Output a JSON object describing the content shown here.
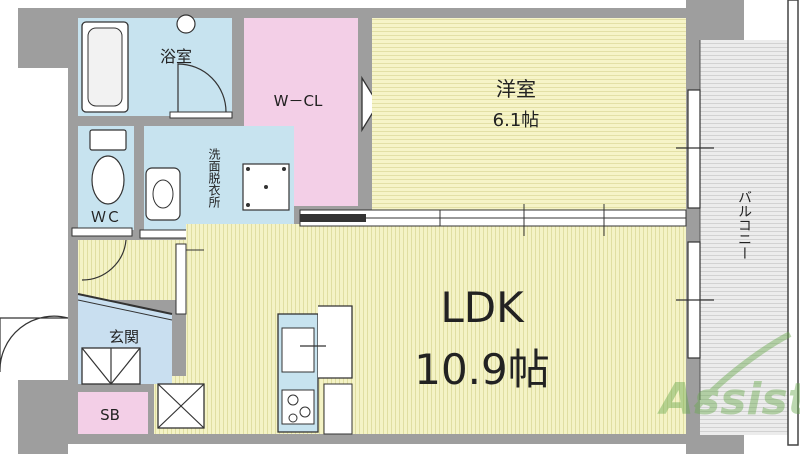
{
  "rooms": {
    "bath": "浴室",
    "wcl": "W－CL",
    "western": "洋室",
    "western_size": "6.1帖",
    "washroom": "洗面脱衣所",
    "toilet": "ＷＣ",
    "entrance": "玄関",
    "ldk": "LDK",
    "ldk_size": "10.9帖",
    "shoebox": "SB",
    "balcony": "バルコニー"
  },
  "colors": {
    "bath": "#c7e3ef",
    "wcl": "#f3cfe7",
    "western": "#f5f3c4",
    "ldk": "#f4f3c6",
    "entrance": "#c9dff0",
    "wall": "#9e9e9e",
    "balcony": "#e6e6e6",
    "watermark": "#6aaa4f"
  },
  "watermark": {
    "text": "Assist"
  }
}
